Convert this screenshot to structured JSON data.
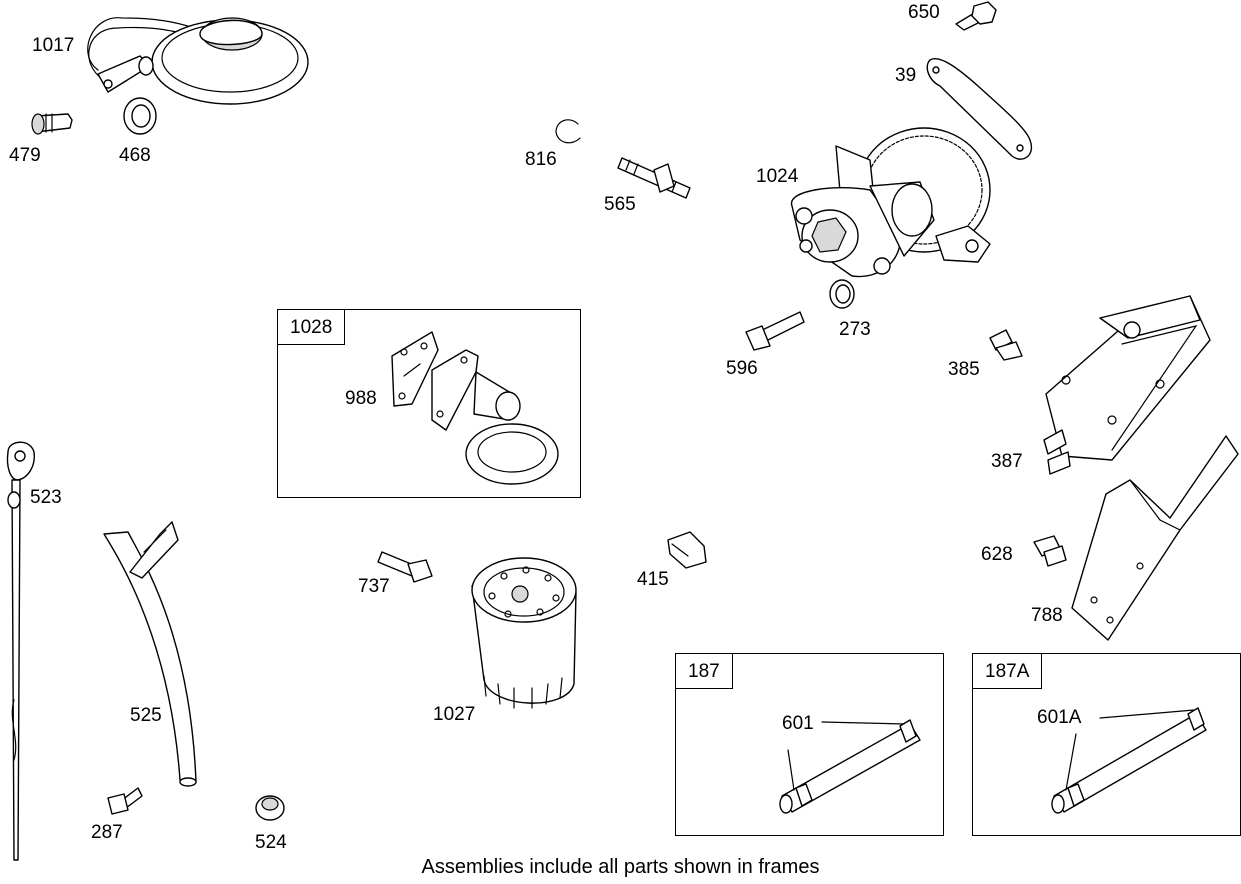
{
  "callouts": {
    "c1017": "1017",
    "c479": "479",
    "c468": "468",
    "c650": "650",
    "c39": "39",
    "c816": "816",
    "c565": "565",
    "c1024": "1024",
    "c273": "273",
    "c596": "596",
    "c385": "385",
    "c387": "387",
    "c988": "988",
    "c523": "523",
    "c525": "525",
    "c737": "737",
    "c415": "415",
    "c628": "628",
    "c788": "788",
    "c1027": "1027",
    "c287": "287",
    "c524": "524",
    "c601": "601",
    "c601a": "601A"
  },
  "frames": {
    "f1028": "1028",
    "f187": "187",
    "f187a": "187A"
  },
  "caption": "Assemblies include all parts shown in frames"
}
